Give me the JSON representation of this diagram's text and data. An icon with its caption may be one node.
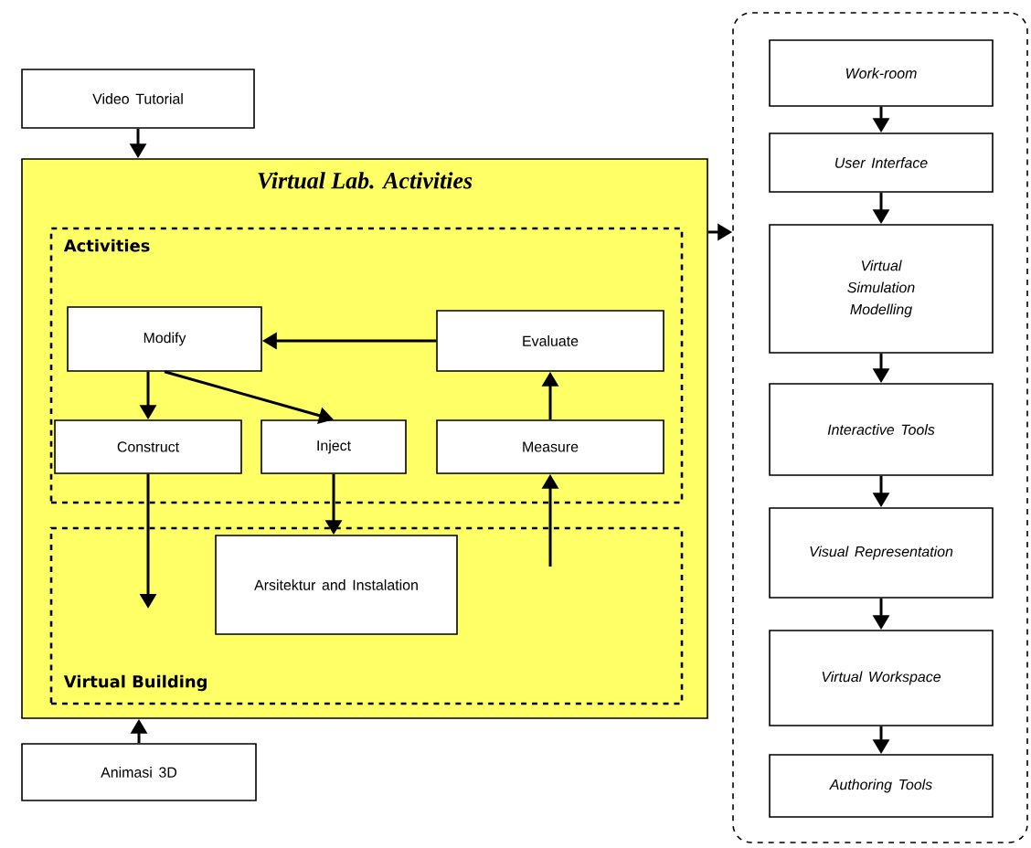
{
  "diagram": {
    "nodes": [
      {
        "text": [
          "Video Tutorial"
        ]
      },
      {
        "text": [
          "Virtual Lab. Activities"
        ]
      },
      {
        "text": [
          "Activities"
        ],
        "in": 1
      },
      {
        "text": [
          "Modify"
        ],
        "in": 2
      },
      {
        "text": [
          "Evaluate"
        ],
        "in": 2
      },
      {
        "text": [
          "Construct"
        ],
        "in": 2
      },
      {
        "text": [
          "Inject"
        ],
        "in": 2
      },
      {
        "text": [
          "Measure"
        ],
        "in": 2
      },
      {
        "text": [
          "Virtual Building"
        ],
        "in": 1
      },
      {
        "text": [
          "Arsitektur and Instalation"
        ],
        "in": 8
      },
      {
        "text": [
          "Animasi 3D"
        ]
      },
      {
        "text": [],
        "shape": "box"
      },
      {
        "text": [
          "Work-room"
        ],
        "in": 11
      },
      {
        "text": [
          "User Interface"
        ],
        "in": 11
      },
      {
        "text": [
          "Virtual Simulation Modelling"
        ],
        "in": 11
      },
      {
        "text": [
          "Interactive Tools"
        ],
        "in": 11
      },
      {
        "text": [
          "Visual Representation"
        ],
        "in": 11
      },
      {
        "text": [
          "Virtual Workspace"
        ],
        "in": 11
      },
      {
        "text": [
          "Authoring Tools"
        ],
        "in": 11
      }
    ],
    "edges": [
      {
        "from": 0,
        "to": 1,
        "arrow": "to"
      },
      {
        "from": 3,
        "to": 5,
        "arrow": "to"
      },
      {
        "from": 3,
        "to": 6,
        "arrow": "to"
      },
      {
        "from": 4,
        "to": 3,
        "arrow": "to"
      },
      {
        "from": 7,
        "to": 4,
        "arrow": "to"
      },
      {
        "from": 6,
        "to": 9,
        "arrow": "to"
      },
      {
        "from": 5,
        "to": null,
        "arrow": "to"
      },
      {
        "from": 8,
        "to": 7,
        "arrow": "to"
      },
      {
        "from": 10,
        "to": 1,
        "arrow": "to"
      },
      {
        "from": 1,
        "to": 11,
        "arrow": "to"
      },
      {
        "from": 12,
        "to": 13,
        "arrow": "to"
      },
      {
        "from": 13,
        "to": 14,
        "arrow": "to"
      },
      {
        "from": 14,
        "to": 15,
        "arrow": "to"
      },
      {
        "from": 15,
        "to": 16,
        "arrow": "to"
      },
      {
        "from": 16,
        "to": 17,
        "arrow": "to"
      },
      {
        "from": 17,
        "to": 18,
        "arrow": "to"
      }
    ]
  }
}
